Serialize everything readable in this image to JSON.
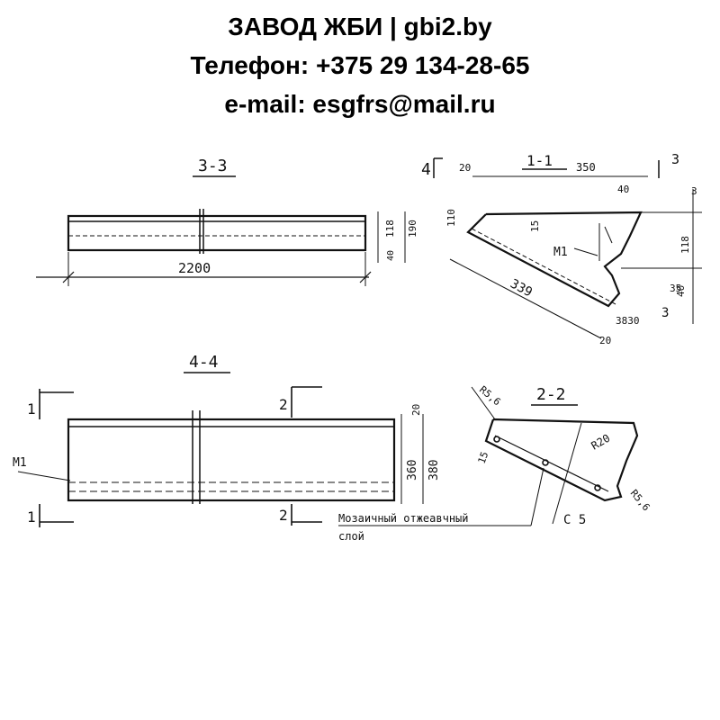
{
  "header": {
    "title": "ЗАВОД ЖБИ | gbi2.by",
    "phone": "Телефон: +375 29 134-28-65",
    "email": "e-mail: esgfrs@mail.ru"
  },
  "section_3_3": {
    "label": "3-3",
    "length": "2200",
    "dim_a": "118",
    "dim_b": "190",
    "dim_c": "40"
  },
  "section_1_1": {
    "label": "1-1",
    "mark4": "4",
    "mark3a": "3",
    "mark3b": "3",
    "dim_20": "20",
    "dim_350": "350",
    "dim_40": "40",
    "dim_110": "110",
    "dim_15": "15",
    "dim_118": "118",
    "dim_m1": "M1",
    "dim_339": "339",
    "dim_40b": "40",
    "dim_3830": "3830",
    "dim_20b": "20",
    "dim_35": "35",
    "dim_3": "3"
  },
  "section_4_4": {
    "label": "4-4",
    "mark1a": "1",
    "mark1b": "1",
    "mark2a": "2",
    "mark2b": "2",
    "m1": "M1",
    "dim_20": "20",
    "dim_360": "360",
    "dim_380": "380"
  },
  "section_2_2": {
    "label": "2-2",
    "r56a": "R5,6",
    "r20": "R20",
    "r56b": "R5,6",
    "dim_15": "15",
    "c5": "C 5"
  },
  "note": {
    "line1": "Мозаичный отжеавчный",
    "line2": "слой"
  }
}
